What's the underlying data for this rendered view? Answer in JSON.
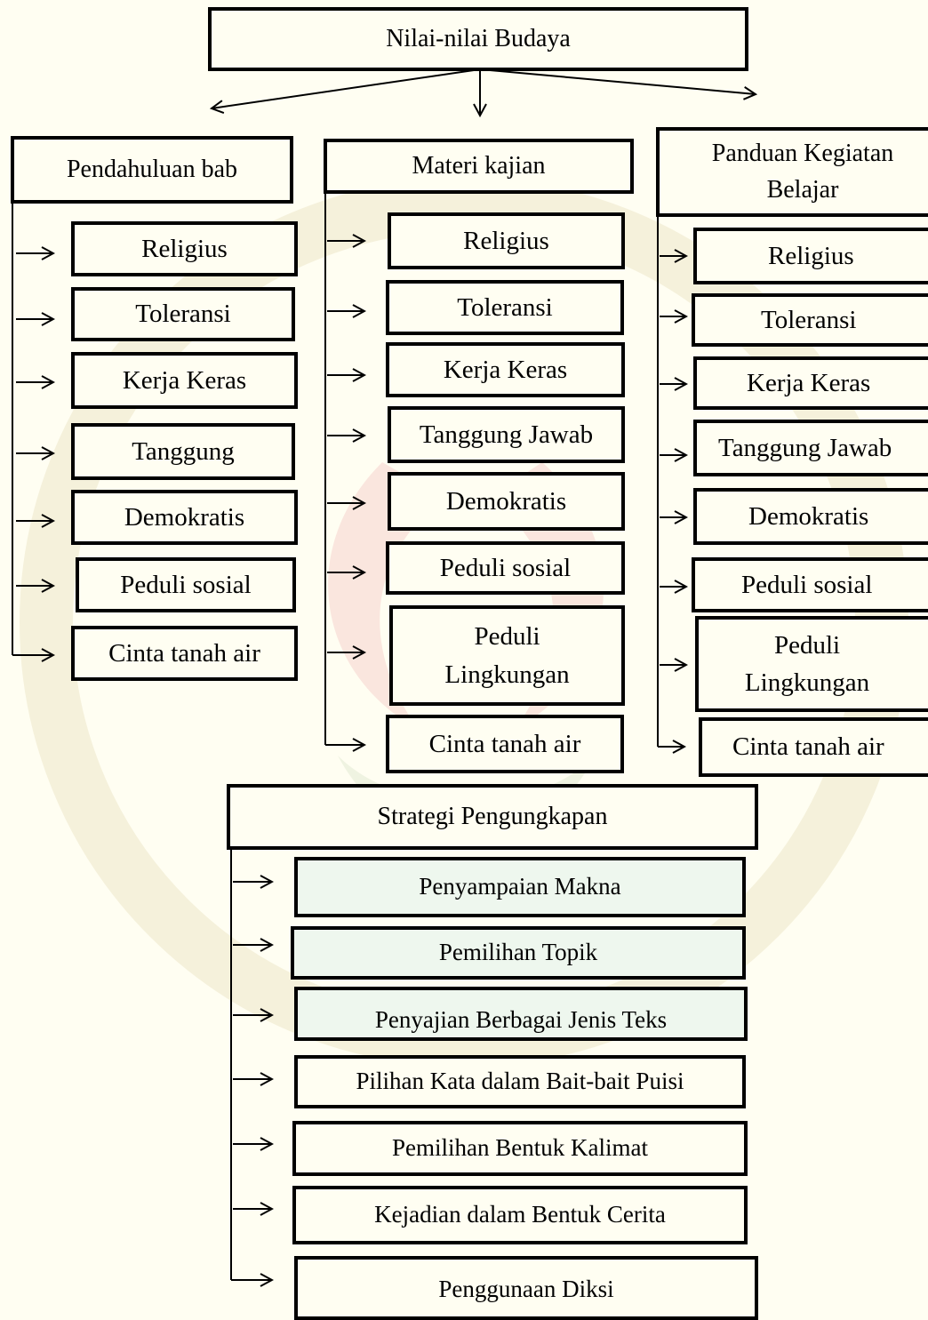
{
  "root": "Nilai-nilai Budaya",
  "columns": [
    {
      "title": "Pendahuluan bab",
      "items": [
        "Religius",
        "Toleransi",
        "Kerja Keras",
        "Tanggung",
        "Demokratis",
        "Peduli sosial",
        "Cinta tanah air"
      ]
    },
    {
      "title": "Materi kajian",
      "items": [
        "Religius",
        "Toleransi",
        "Kerja Keras",
        "Tanggung Jawab",
        "Demokratis",
        "Peduli sosial",
        "Peduli Lingkungan",
        "Cinta tanah air"
      ]
    },
    {
      "title": "Panduan Kegiatan Belajar",
      "items": [
        "Religius",
        "Toleransi",
        "Kerja Keras",
        "Tanggung Jawab",
        "Demokratis",
        "Peduli sosial",
        "Peduli Lingkungan",
        "Cinta tanah air"
      ]
    }
  ],
  "strategy": {
    "title": "Strategi Pengungkapan",
    "items": [
      "Penyampaian Makna",
      "Pemilihan Topik",
      "Penyajian Berbagai Jenis Teks",
      "Pilihan Kata dalam Bait-bait Puisi",
      "Pemilihan Bentuk Kalimat",
      "Kejadian dalam Bentuk Cerita",
      "Penggunaan Diksi"
    ]
  },
  "colors": {
    "line": "#000000",
    "background": "#fffef2",
    "watermark": "#f3c9c4"
  }
}
